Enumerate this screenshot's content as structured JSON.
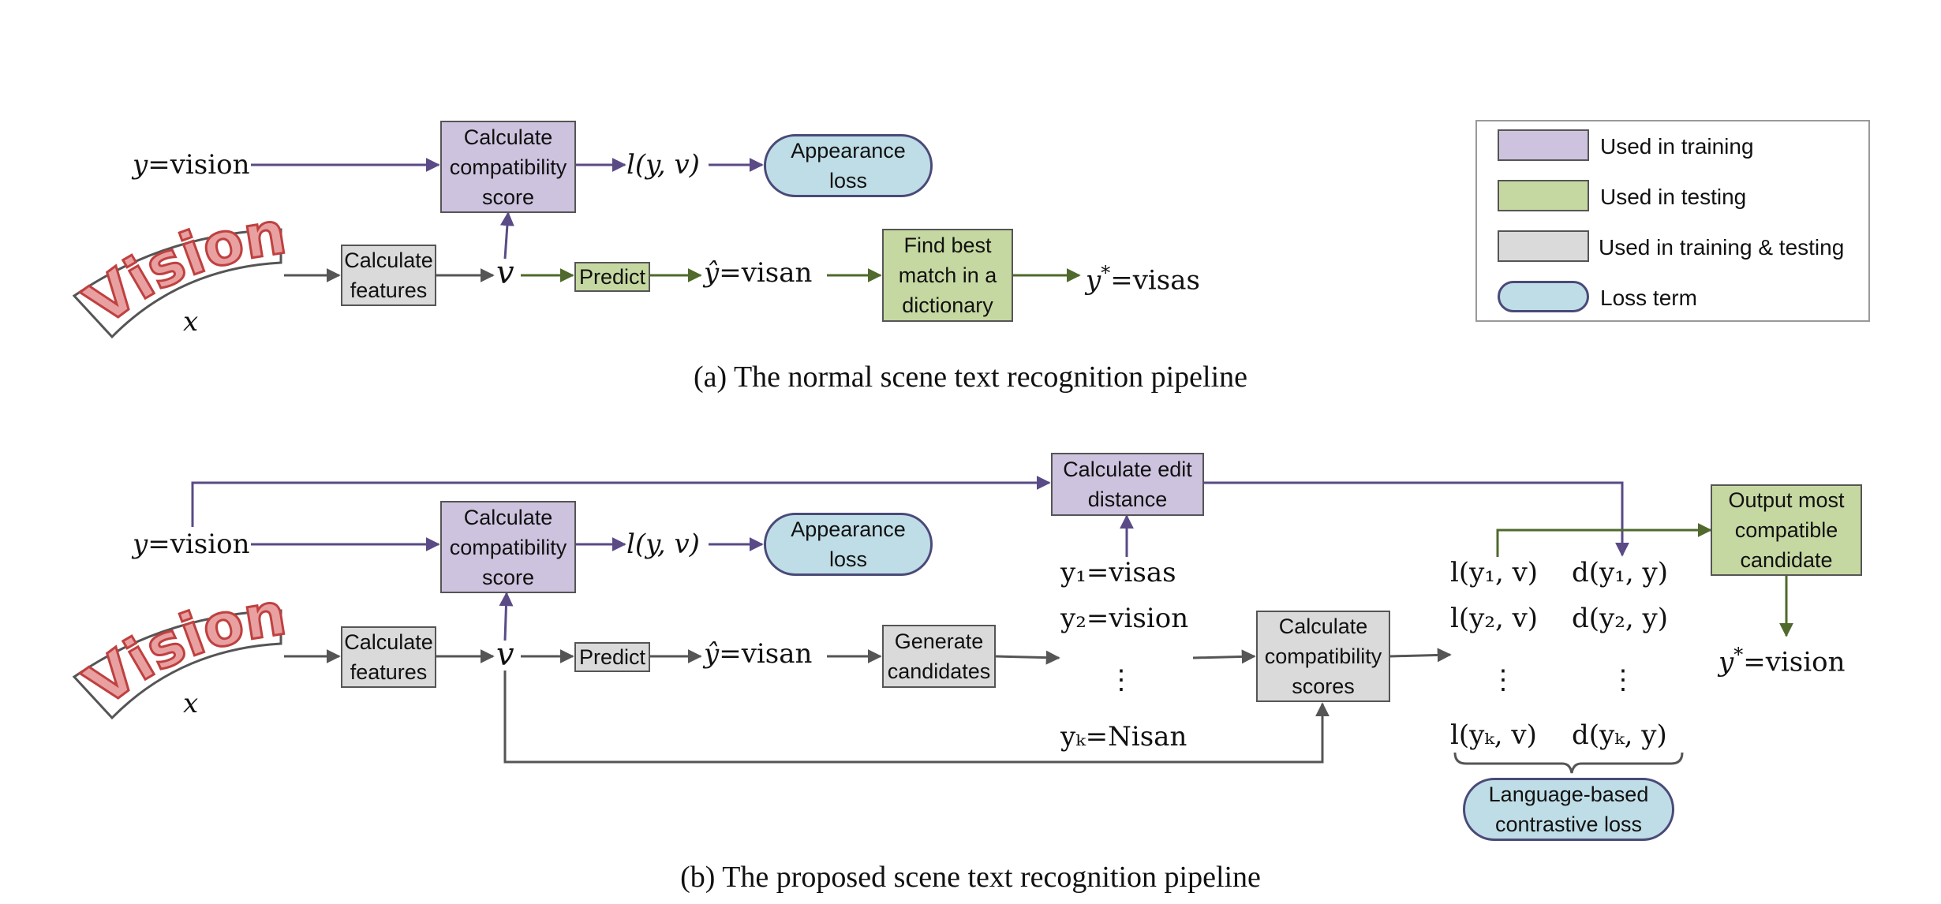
{
  "panel_a": {
    "boxes": {
      "calc_compat": "Calculate\ncompatibility\nscore",
      "appearance_loss": "Appearance\nloss",
      "calc_features": "Calculate\nfeatures",
      "predict": "Predict",
      "find_best": "Find best\nmatch in a\ndictionary"
    },
    "math": {
      "y_var": "y",
      "y_val": "=vision",
      "l_yv": "l(y, v)",
      "v": "v",
      "yhat_var": "ŷ",
      "yhat_val": "=visan",
      "ystar_var": "y",
      "ystar_sup": "*",
      "ystar_val": "=visas",
      "x": "x"
    },
    "caption": "(a) The normal scene text recognition pipeline",
    "word_image": "Vision"
  },
  "panel_b": {
    "boxes": {
      "calc_edit": "Calculate edit\ndistance",
      "calc_compat": "Calculate\ncompatibility\nscore",
      "appearance_loss": "Appearance\nloss",
      "calc_features": "Calculate\nfeatures",
      "predict": "Predict",
      "gen_candidates": "Generate\ncandidates",
      "calc_compat_scores": "Calculate\ncompatibility\nscores",
      "output_most": "Output most\ncompatible\ncandidate",
      "lang_loss": "Language-based\ncontrastive loss"
    },
    "math": {
      "y_var": "y",
      "y_val": "=vision",
      "l_yv": "l(y, v)",
      "v": "v",
      "x": "x",
      "yhat_var": "ŷ",
      "yhat_val": "=visan",
      "y1": "y₁=visas",
      "y2": "y₂=vision",
      "vdots": "⋮",
      "yk": "yₖ=Nisan",
      "l1": "l(y₁, v)",
      "d1": "d(y₁, y)",
      "l2": "l(y₂, v)",
      "d2": "d(y₂, y)",
      "lk": "l(yₖ, v)",
      "dk": "d(yₖ, y)",
      "ystar_var": "y",
      "ystar_sup": "*",
      "ystar_val": "=vision"
    },
    "caption": "(b) The proposed scene text recognition pipeline",
    "word_image": "Vision"
  },
  "legend": {
    "items": [
      {
        "label": "Used in training",
        "color": "#cdc3de"
      },
      {
        "label": "Used in testing",
        "color": "#c6d8a1"
      },
      {
        "label": "Used in training & testing",
        "color": "#dadada"
      },
      {
        "label": "Loss term",
        "color": "#bfdde6"
      }
    ]
  },
  "colors": {
    "purple_arrow": "#5a4a86",
    "green_arrow": "#4f6a2c",
    "gray_arrow": "#555555",
    "word_fill": "#e8a0a0",
    "word_stroke": "#c04040"
  }
}
